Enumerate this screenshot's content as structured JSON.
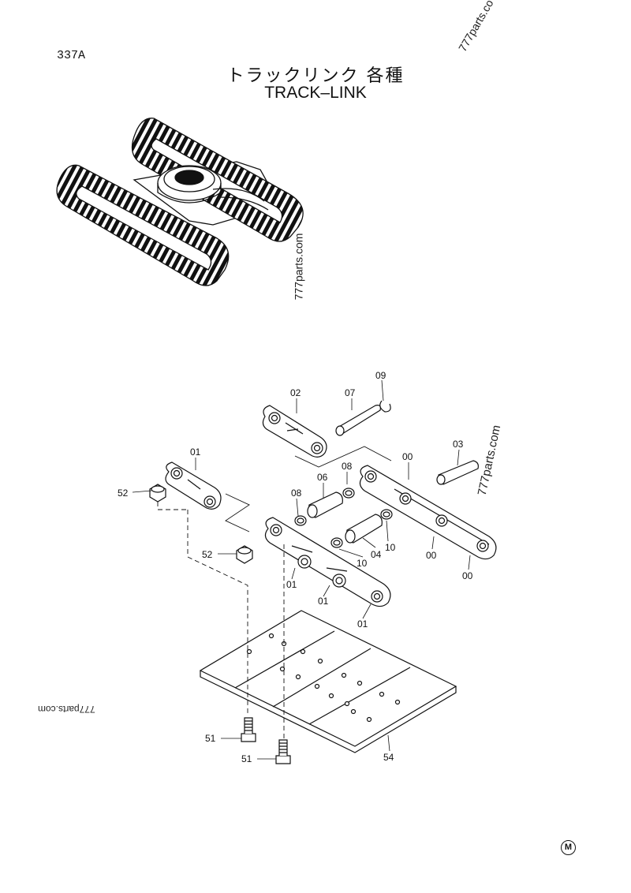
{
  "header": {
    "page_code": "337A",
    "title_jp": "トラックリンク 各種",
    "title_en": "TRACK–LINK"
  },
  "watermarks": [
    "777parts.co",
    "777parts.com",
    "777parts.com",
    "777parts.com"
  ],
  "corner_mark": "M",
  "callouts": {
    "c01a": "01",
    "c01b": "01",
    "c01c": "01",
    "c01d": "01",
    "c02": "02",
    "c03": "03",
    "c06": "06",
    "c07": "07",
    "c08a": "08",
    "c08b": "08",
    "c09": "09",
    "c10a": "10",
    "c10b": "10",
    "c04": "04",
    "c00a": "00",
    "c00b": "00",
    "c00c": "00",
    "c52a": "52",
    "c52b": "52",
    "c51a": "51",
    "c51b": "51",
    "c54": "54"
  }
}
